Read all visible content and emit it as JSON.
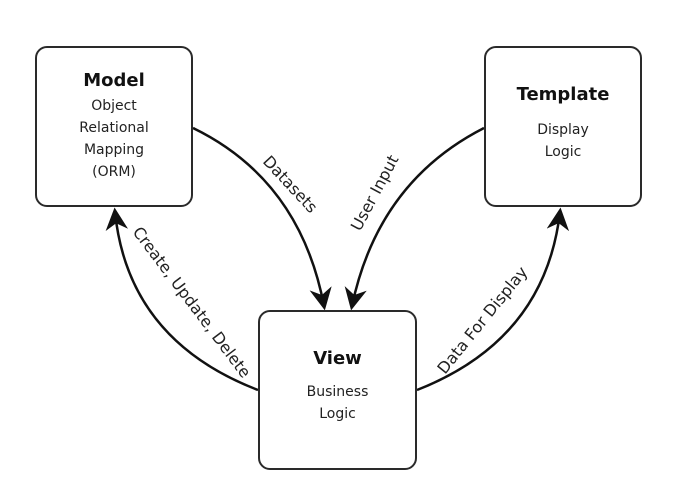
{
  "diagram": {
    "nodes": {
      "model": {
        "title": "Model",
        "lines": [
          "Object",
          "Relational",
          "Mapping",
          "(ORM)"
        ]
      },
      "template": {
        "title": "Template",
        "lines": [
          "Display",
          "Logic"
        ]
      },
      "view": {
        "title": "View",
        "lines": [
          "Business",
          "Logic"
        ]
      }
    },
    "edges": {
      "datasets": {
        "label": "Datasets",
        "from": "Model",
        "to": "View"
      },
      "user_input": {
        "label": "User Input",
        "from": "Template",
        "to": "View"
      },
      "create_update_delete": {
        "label": "Create, Update, Delete",
        "from": "View",
        "to": "Model"
      },
      "data_for_display": {
        "label": "Data For Display",
        "from": "View",
        "to": "Template"
      }
    }
  }
}
